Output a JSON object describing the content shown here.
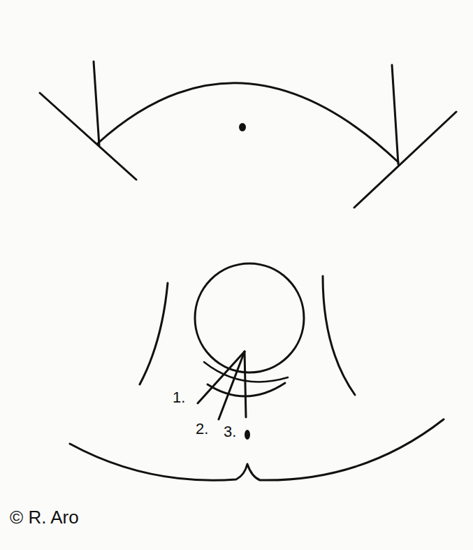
{
  "diagram": {
    "labels": [
      "1.",
      "2.",
      "3.",
      "© R. Aro"
    ]
  }
}
